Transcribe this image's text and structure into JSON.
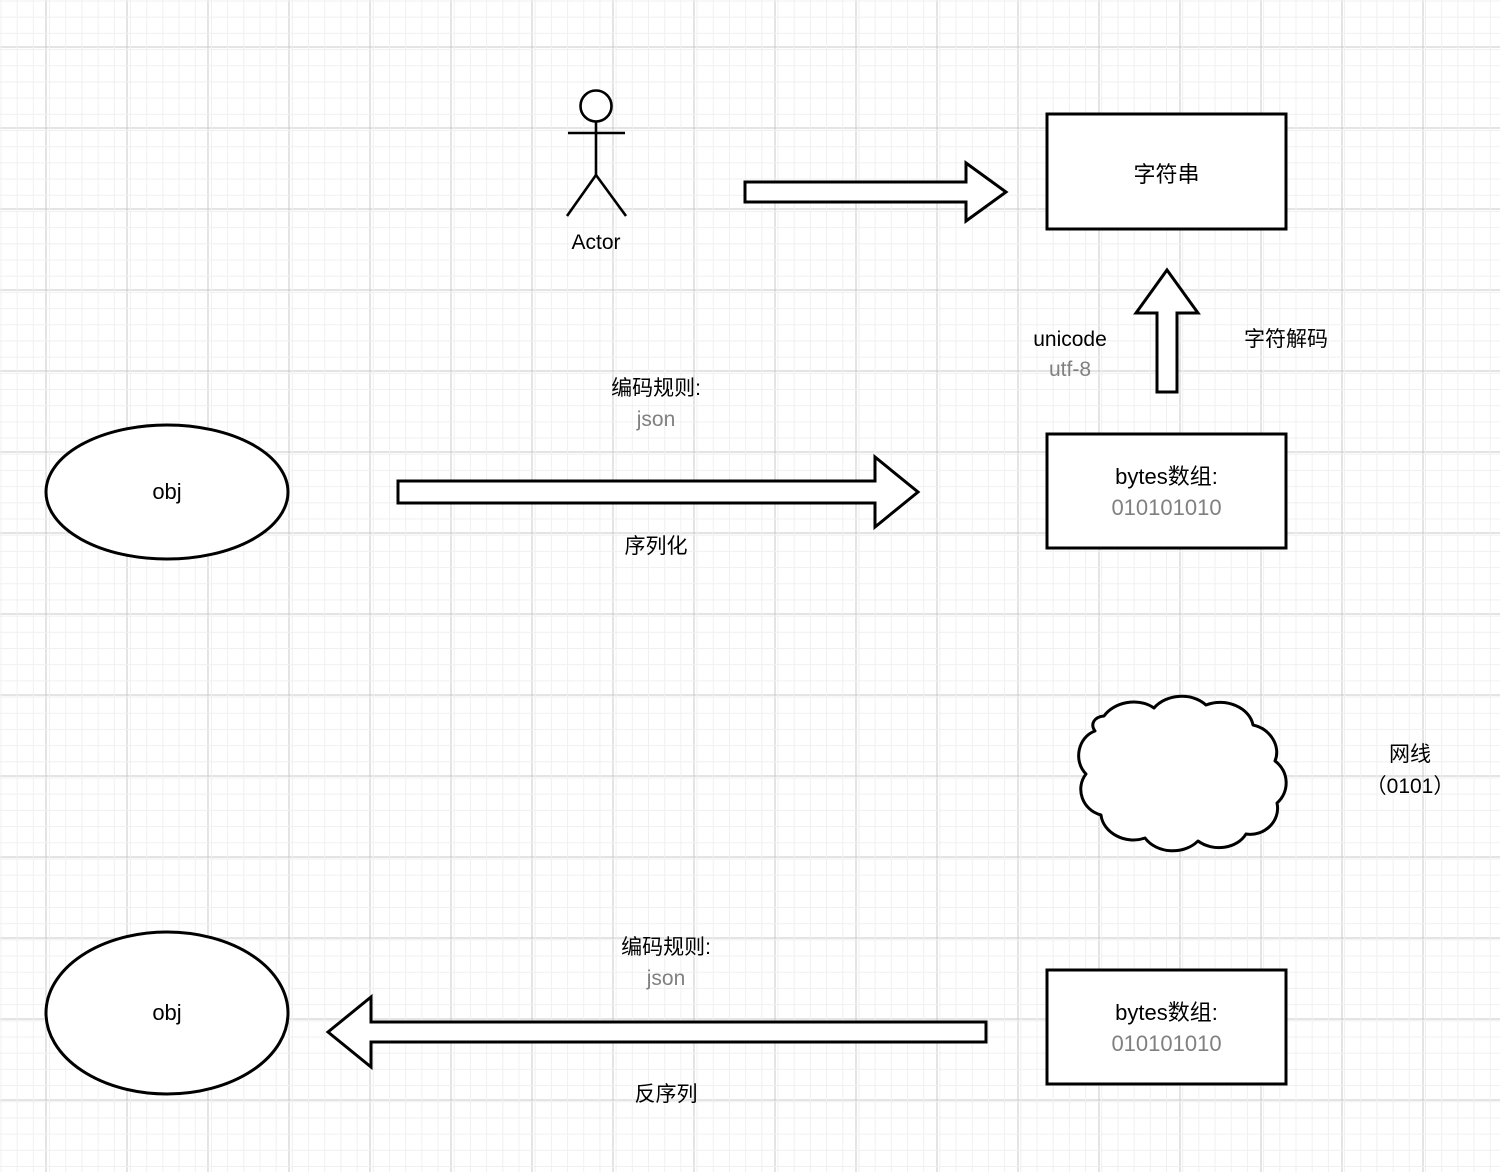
{
  "diagram": {
    "title": "serialization-deserialization-flow",
    "colors": {
      "stroke": "#000000",
      "fill": "#ffffff",
      "text_primary": "#000000",
      "text_secondary": "#808080",
      "grid_minor": "#f0f0f0",
      "grid_major": "#c8c8c8",
      "background": "#ffffff"
    }
  },
  "actor": {
    "label": "Actor"
  },
  "shapes": {
    "string_box": {
      "label": "字符串"
    },
    "bytes_box_top": {
      "label": "bytes数组:",
      "value": "010101010"
    },
    "bytes_box_bottom": {
      "label": "bytes数组:",
      "value": "010101010"
    },
    "obj_top": {
      "label": "obj"
    },
    "obj_bottom": {
      "label": "obj"
    },
    "cloud": {
      "label": "网线",
      "sublabel": "（0101）"
    }
  },
  "labels": {
    "encode_rule_top": "编码规则:",
    "encode_format_top": "json",
    "serialize": "序列化",
    "encode_rule_bottom": "编码规则:",
    "encode_format_bottom": "json",
    "deserialize": "反序列",
    "unicode": "unicode",
    "utf8": "utf-8",
    "decode": "字符解码"
  },
  "arrows": {
    "actor_to_string": "right-block-arrow",
    "obj_to_bytes": "right-block-arrow",
    "bytes_to_string": "up-block-arrow",
    "bytes_to_obj": "left-block-arrow"
  }
}
